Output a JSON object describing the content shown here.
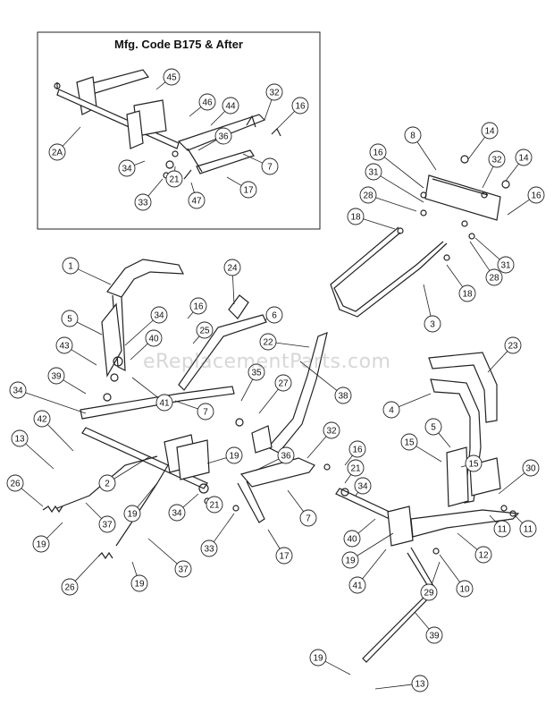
{
  "inset": {
    "title": "Mfg. Code B175 & After"
  },
  "watermark": "eReplacementParts.com",
  "inset_callouts": [
    "45",
    "46",
    "44",
    "32",
    "16",
    "2A",
    "36",
    "34",
    "21",
    "7",
    "33",
    "47",
    "17"
  ],
  "main_callouts": [
    "8",
    "14",
    "16",
    "32",
    "14",
    "31",
    "16",
    "28",
    "18",
    "1",
    "24",
    "3",
    "31",
    "28",
    "18",
    "5",
    "34",
    "16",
    "6",
    "40",
    "25",
    "22",
    "43",
    "23",
    "39",
    "41",
    "35",
    "34",
    "27",
    "38",
    "4",
    "7",
    "42",
    "13",
    "5",
    "32",
    "16",
    "15",
    "15",
    "30",
    "36",
    "19",
    "2",
    "21",
    "34",
    "26",
    "19",
    "34",
    "21",
    "11",
    "37",
    "7",
    "11",
    "33",
    "19",
    "12",
    "17",
    "37",
    "40",
    "19",
    "26",
    "19",
    "29",
    "10",
    "41",
    "39",
    "19",
    "13"
  ]
}
